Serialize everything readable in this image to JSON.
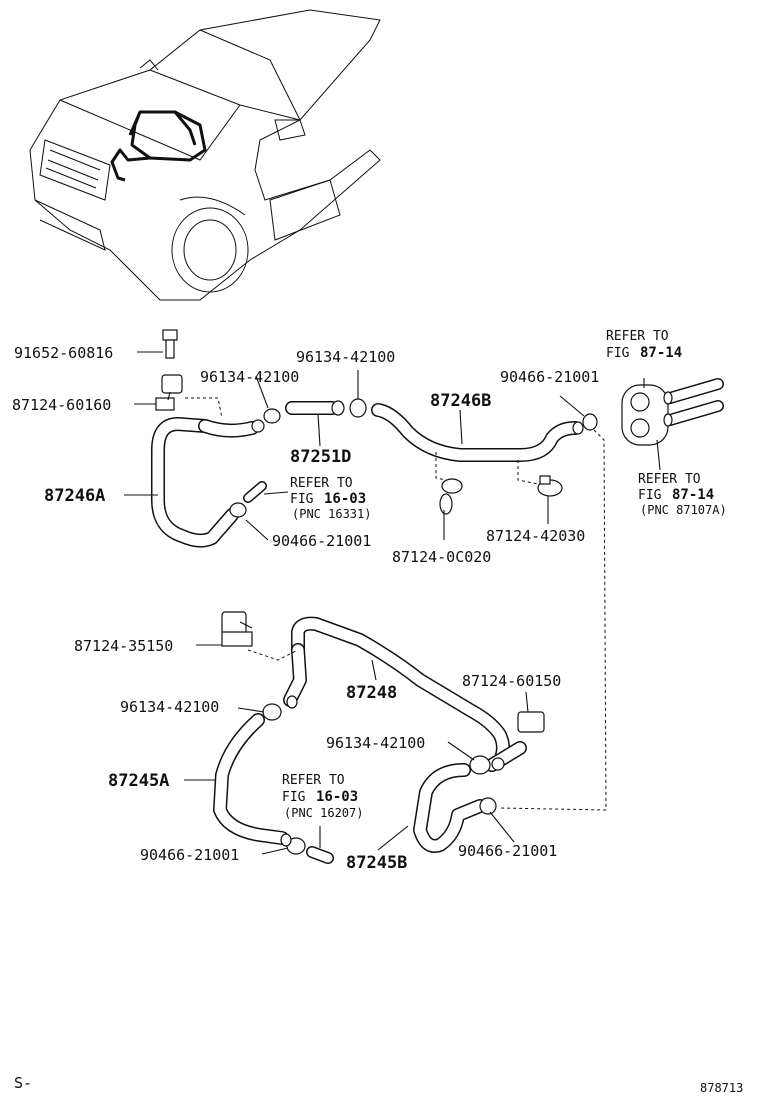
{
  "labels": {
    "p91652_60816": "91652-60816",
    "p87124_60160": "87124-60160",
    "p96134_42100_a": "96134-42100",
    "p96134_42100_b": "96134-42100",
    "p96134_42100_c": "96134-42100",
    "p96134_42100_d": "96134-42100",
    "p87251D": "87251D",
    "p87246B": "87246B",
    "p90466_21001_a": "90466-21001",
    "p90466_21001_b": "90466-21001",
    "p90466_21001_c": "90466-21001",
    "p90466_21001_d": "90466-21001",
    "p87246A": "87246A",
    "p87124_0C020": "87124-0C020",
    "p87124_42030": "87124-42030",
    "p87124_35150": "87124-35150",
    "p87248": "87248",
    "p87124_60150": "87124-60150",
    "p87245A": "87245A",
    "p87245B": "87245B"
  },
  "refs": {
    "r1": {
      "l1": "REFER TO",
      "l2": "FIG",
      "fig": "87-14",
      "pnc": ""
    },
    "r2": {
      "l1": "REFER TO",
      "l2": "FIG",
      "fig": "87-14",
      "pnc": "(PNC 87107A)"
    },
    "r3": {
      "l1": "REFER TO",
      "l2": "FIG",
      "fig": "16-03",
      "pnc": "(PNC 16331)"
    },
    "r4": {
      "l1": "REFER TO",
      "l2": "FIG",
      "fig": "16-03",
      "pnc": "(PNC 16207)"
    }
  },
  "footer": {
    "left": "S-",
    "right": "878713"
  }
}
